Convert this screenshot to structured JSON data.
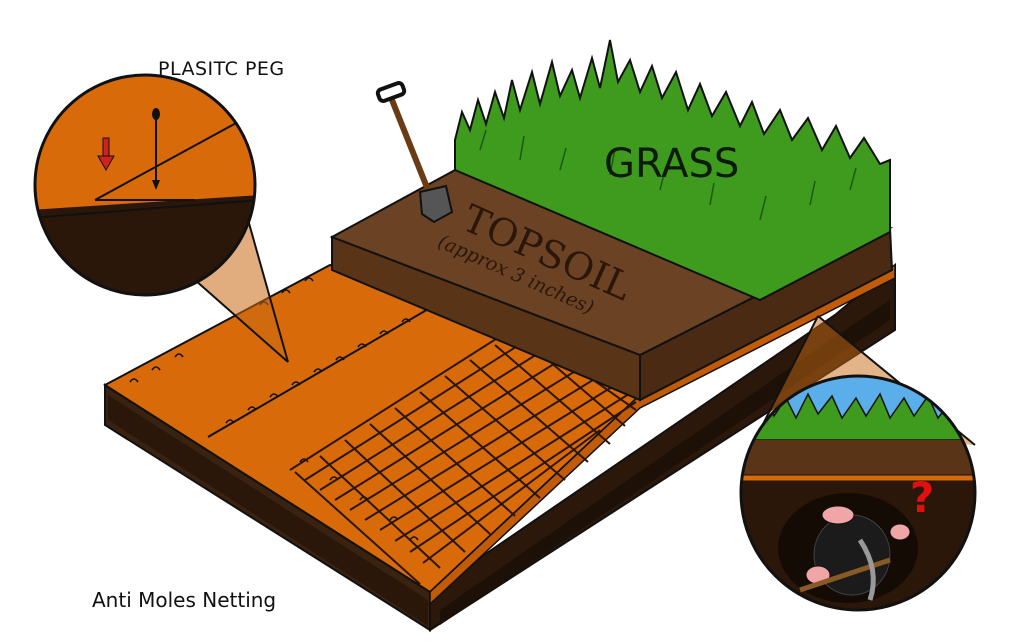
{
  "labels": {
    "plastic_peg": "PLASITC PEG",
    "grass": "GRASS",
    "topsoil": "TOPSOIL",
    "topsoil_depth": "(approx 3 inches)",
    "netting": "Anti Moles Netting",
    "question_mark": "?"
  },
  "colors": {
    "orange_netting": "#d96a0a",
    "soil_dark": "#2f1a0c",
    "soil_mid": "#4a2a12",
    "topsoil": "#6b4324",
    "grass": "#3e9b1e",
    "sky": "#5aaeea",
    "peg_arrow": "#d12020"
  },
  "icons": [
    "spade-icon",
    "plastic-peg-icon",
    "down-arrow-icon",
    "mole-icon",
    "pickaxe-icon"
  ]
}
